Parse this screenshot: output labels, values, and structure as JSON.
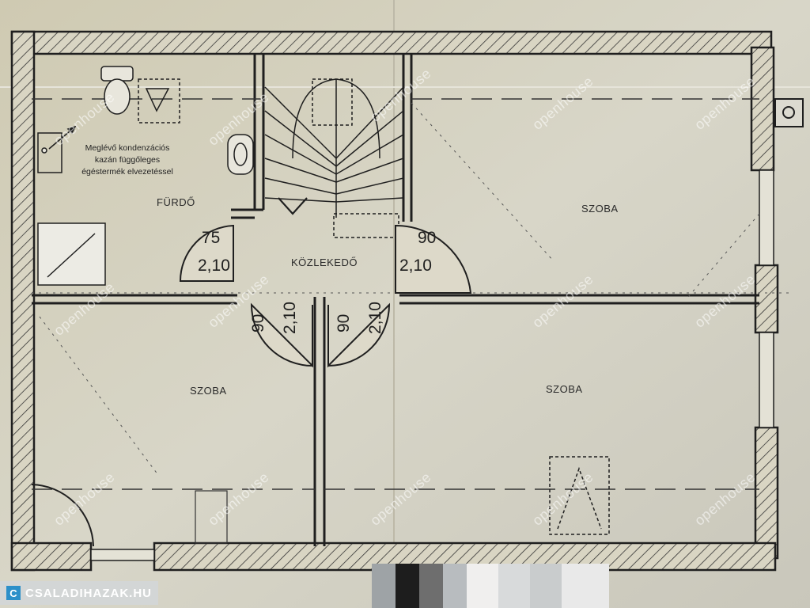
{
  "rooms": {
    "bathroom": "FÜRDŐ",
    "hallway": "KÖZLEKEDŐ",
    "room_top_right": "SZOBA",
    "room_bottom_left": "SZOBA",
    "room_bottom_right": "SZOBA"
  },
  "note": {
    "line1": "Meglévő kondenzációs",
    "line2": "kazán függőleges",
    "line3": "égéstermék elvezetéssel"
  },
  "dimensions": {
    "bath_door_width": "75",
    "bath_door_height": "2,10",
    "right_door_width": "90",
    "right_door_height": "2,10",
    "lower_left_door_width": "90",
    "lower_left_door_height": "2,10",
    "lower_right_door_width": "90",
    "lower_right_door_height": "2,10"
  },
  "watermark": {
    "text": "openhouse"
  },
  "brand": {
    "text": "CSALADIHAZAK.HU",
    "logo_letter": "C"
  },
  "colors": {
    "paper": "#d4d0bd",
    "line": "#1f1f1f",
    "brand_accent": "#2b8fc9"
  }
}
